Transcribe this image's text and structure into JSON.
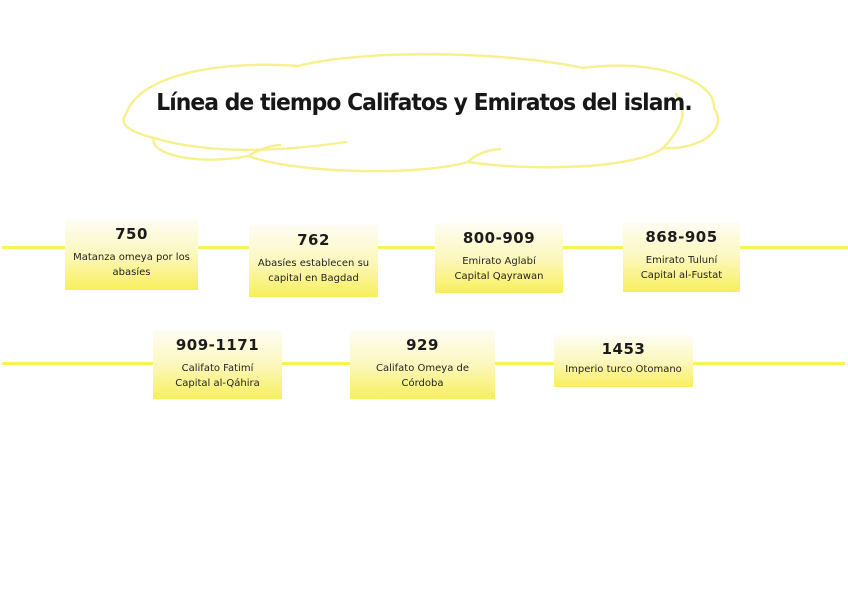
{
  "title": {
    "text": "Línea de tiempo Califatos y Emiratos del islam."
  },
  "colors": {
    "timeline_line": "#faf257",
    "box_gradient_top": "#fefdf4",
    "box_gradient_bottom": "#f8ef5c",
    "cloud_outline": "#f7f08c",
    "text": "#1c1c1c",
    "background": "#ffffff"
  },
  "timeline": {
    "events": [
      {
        "date": "750",
        "lines": [
          "Matanza omeya por los",
          "abasíes"
        ]
      },
      {
        "date": "762",
        "lines": [
          "Abasíes establecen su",
          "capital en Bagdad"
        ]
      },
      {
        "date": "800-909",
        "lines": [
          "Emirato Aglabí",
          "Capital Qayrawan"
        ]
      },
      {
        "date": "868-905",
        "lines": [
          "Emirato Tuluní",
          "Capital al-Fustat"
        ]
      },
      {
        "date": "909-1171",
        "lines": [
          "Califato Fatimí",
          "Capital al-Qáhira"
        ]
      },
      {
        "date": "929",
        "lines": [
          "Califato Omeya de",
          "Córdoba"
        ]
      },
      {
        "date": "1453",
        "lines": [
          "Imperio turco Otomano"
        ]
      }
    ]
  }
}
